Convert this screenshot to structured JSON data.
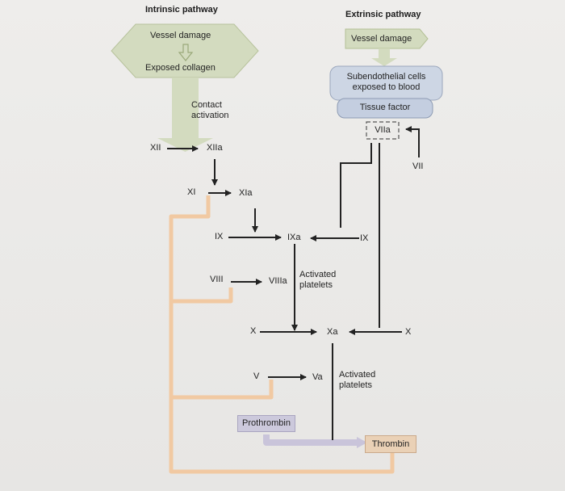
{
  "headings": {
    "intrinsic": "Intrinsic pathway",
    "extrinsic": "Extrinsic pathway"
  },
  "intrinsic": {
    "vessel_damage": "Vessel damage",
    "exposed_collagen": "Exposed collagen",
    "contact_activation": "Contact\nactivation"
  },
  "extrinsic": {
    "vessel_damage": "Vessel damage",
    "subendothelial": "Subendothelial cells\nexposed to blood",
    "tissue_factor": "Tissue factor",
    "vii_a": "VIIa",
    "vii": "VII"
  },
  "factors": {
    "xii": "XII",
    "xii_a": "XIIa",
    "xi": "XI",
    "xi_a": "XIa",
    "ix_left": "IX",
    "ix_a": "IXa",
    "ix_right": "IX",
    "viii": "VIII",
    "viii_a": "VIIIa",
    "x_left": "X",
    "x_a": "Xa",
    "x_right": "X",
    "v": "V",
    "v_a": "Va"
  },
  "activated_platelets_1": "Activated\nplatelets",
  "activated_platelets_2": "Activated\nplatelets",
  "prothrombin": "Prothrombin",
  "thrombin": "Thrombin",
  "colors": {
    "green_box": "#d3dbbf",
    "green_border": "#9aa97a",
    "blue_box": "#cdd6e4",
    "blue_border": "#8d9bb3",
    "feedback": "#f1c9a2",
    "tan_box": "#ead1b6"
  }
}
